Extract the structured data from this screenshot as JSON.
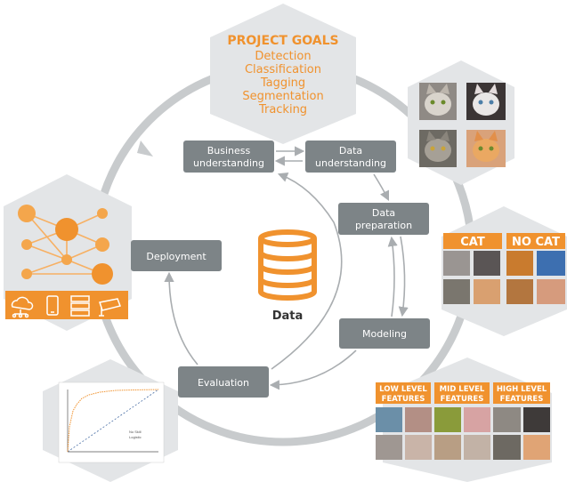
{
  "colors": {
    "accent": "#f0922e",
    "accent_light": "#f7b063",
    "box": "#7d8487",
    "hex": "#e3e5e7",
    "ring": "#c8cbcd",
    "arrow": "#a9adb0"
  },
  "project_goals": {
    "title": "PROJECT GOALS",
    "items": [
      "Detection",
      "Classification",
      "Tagging",
      "Segmentation",
      "Tracking"
    ]
  },
  "steps": {
    "business": [
      "Business",
      "understanding"
    ],
    "data_understanding": [
      "Data",
      "understanding"
    ],
    "data_preparation": [
      "Data",
      "preparation"
    ],
    "modeling": "Modeling",
    "evaluation": "Evaluation",
    "deployment": "Deployment"
  },
  "center": {
    "label": "Data",
    "icon": "database-icon"
  },
  "classification": {
    "cat_label": "CAT",
    "no_cat_label": "NO CAT"
  },
  "features": {
    "low": [
      "LOW LEVEL",
      "FEATURES"
    ],
    "mid": [
      "MID LEVEL",
      "FEATURES"
    ],
    "high": [
      "HIGH LEVEL",
      "FEATURES"
    ]
  },
  "deployment_icons": [
    "cloud-network-icon",
    "smartphone-icon",
    "server-icon",
    "security-camera-icon"
  ],
  "roc_legend": [
    "No Skill",
    "Logistic"
  ]
}
